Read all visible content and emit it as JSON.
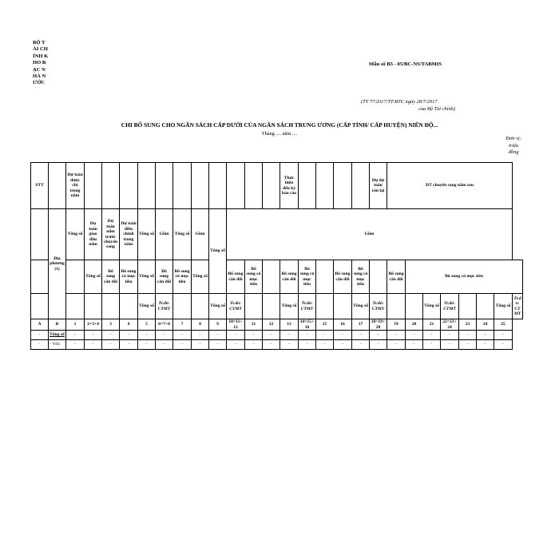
{
  "header": {
    "agency": "BỘ TÀI CHÍNH KHO BẠC NHÀ NƯỚC",
    "form_code": "Mẫu số B5 - 05/BC-NS/TABMIS",
    "circular": "(TT 77/2017/TT-BTC ngày 28/7/2017",
    "issuer": "của Bộ Tài chính)",
    "title": "CHI BỔ SUNG CHO NGÂN SÁCH CẤP DƯỚI CỦA NGÂN SÁCH TRUNG ƯƠNG (CẤP TỈNH/ CẤP HUYỆN) NIÊN ĐỘ...",
    "period": "Tháng .... năm ....",
    "unit": "Đơn vị: triệu đồng"
  },
  "table": {
    "stt": "STT",
    "dia_phuong": "Địa phương (1)",
    "du_toan_chi": "Dự toán được chi trong năm",
    "du_toan_giao": "Dự toán giao đầu năm",
    "du_toan_nam_truoc": "Dự toán năm trước chuyển sang",
    "du_toan_dieu_chinh": "Dự toán điều chỉnh trong năm",
    "thuc_hien": "Thực hiện đến kỳ báo cáo",
    "du_toan_con_lai": "Dự dự toán còn lại",
    "dt_chuyen_sang": "DT chuyển sang năm sau",
    "tong_so": "Tổng số",
    "gom": "Gồm",
    "bs_can_doi": "Bổ sung cân đối",
    "bs_muc_tieu": "Bổ sung có mục tiêu",
    "trdo_ctmt": "Tr.đó: CTMT",
    "bs_muc_tieu_header": "Bổ sung có mục tiêu",
    "col_nums": [
      "A",
      "B",
      "1",
      "2=3+4",
      "3",
      "4",
      "5",
      "6=7+8",
      "7",
      "8",
      "9",
      "10=11+12",
      "11",
      "12",
      "13",
      "14=15+16",
      "15",
      "16",
      "17",
      "18=19+20",
      "19",
      "20",
      "21",
      "22=23+24",
      "23",
      "24",
      "25"
    ],
    "row1_label": "Tổng số",
    "row2_label": "Vốn",
    "dash": "-"
  }
}
